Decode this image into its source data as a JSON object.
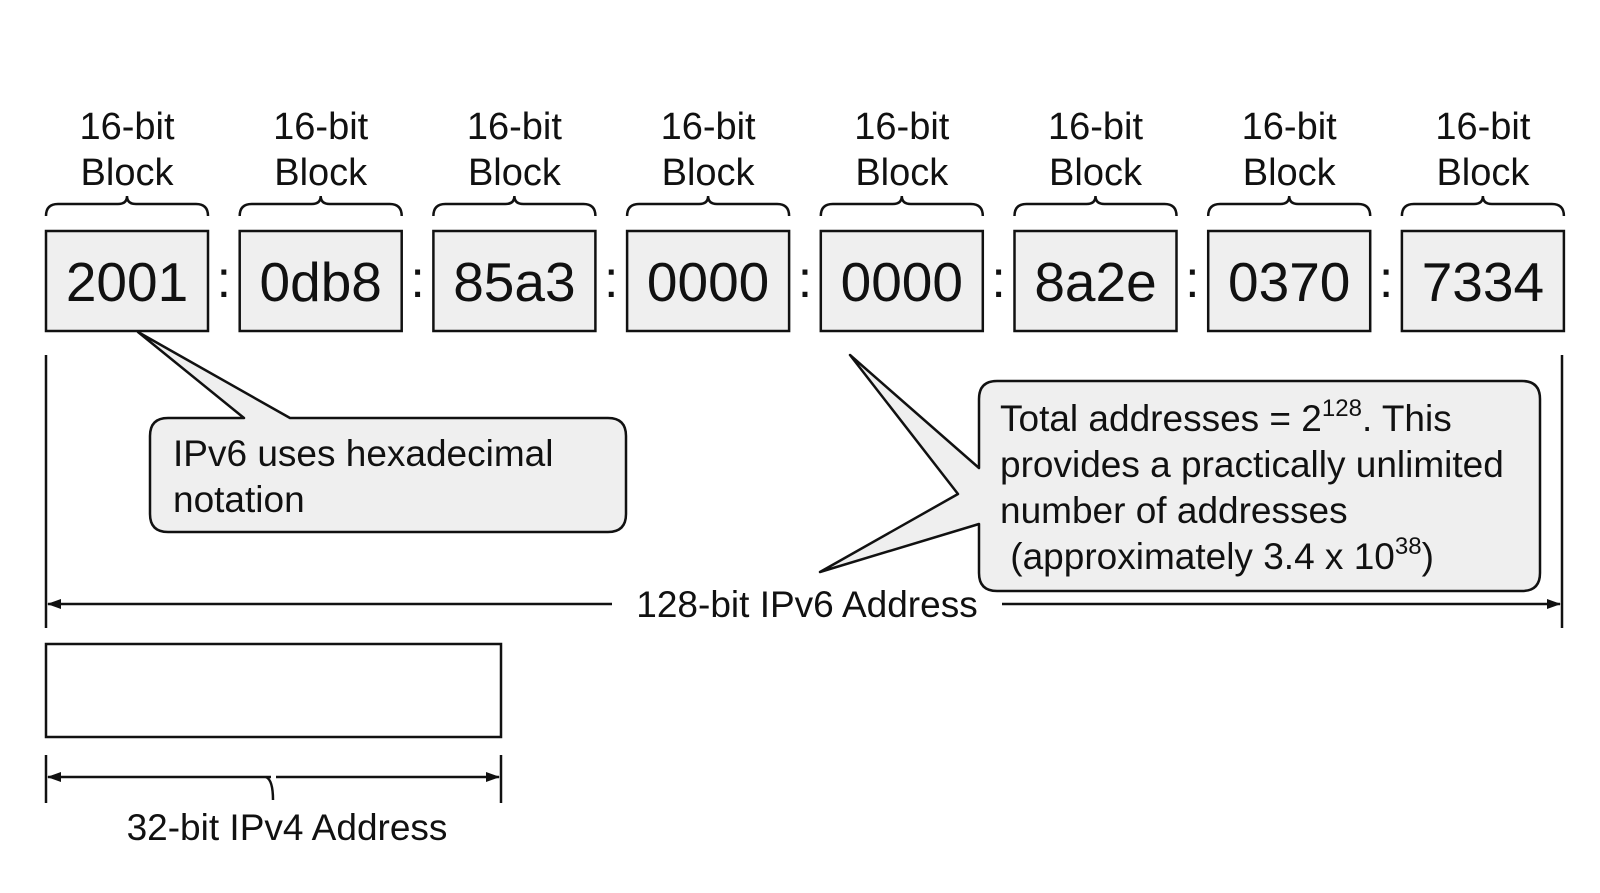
{
  "blocks": [
    {
      "label_line1": "16-bit",
      "label_line2": "Block",
      "value": "2001"
    },
    {
      "label_line1": "16-bit",
      "label_line2": "Block",
      "value": "0db8"
    },
    {
      "label_line1": "16-bit",
      "label_line2": "Block",
      "value": "85a3"
    },
    {
      "label_line1": "16-bit",
      "label_line2": "Block",
      "value": "0000"
    },
    {
      "label_line1": "16-bit",
      "label_line2": "Block",
      "value": "0000"
    },
    {
      "label_line1": "16-bit",
      "label_line2": "Block",
      "value": "8a2e"
    },
    {
      "label_line1": "16-bit",
      "label_line2": "Block",
      "value": "0370"
    },
    {
      "label_line1": "16-bit",
      "label_line2": "Block",
      "value": "7334"
    }
  ],
  "separator": ":",
  "callout_hex": {
    "line1": "IPv6 uses hexadecimal",
    "line2": "notation"
  },
  "callout_total": {
    "line1_pre": "Total addresses = 2",
    "line1_sup": "128",
    "line1_post": ". This",
    "line2": "provides a practically unlimited",
    "line3": "number of addresses",
    "line4_pre": " (approximately 3.4 x 10",
    "line4_sup": "38",
    "line4_post": ")"
  },
  "ipv6_dimension_label": "128-bit IPv6 Address",
  "ipv4_dimension_label": "32-bit IPv4 Address",
  "colors": {
    "block_fill": "#efefef",
    "callout_fill": "#efefef",
    "stroke": "#111111",
    "background": "#ffffff"
  }
}
